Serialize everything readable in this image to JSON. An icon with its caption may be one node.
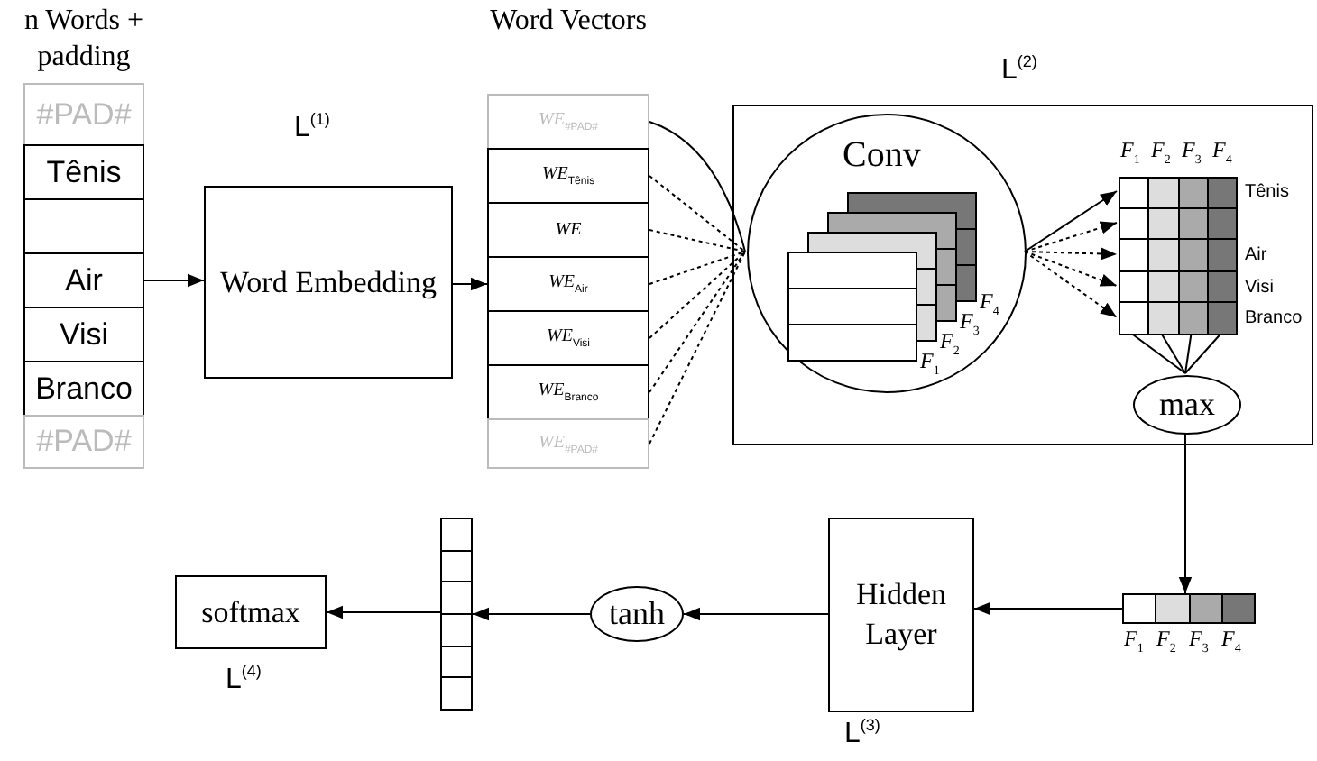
{
  "diagram": {
    "nodes": [
      {
        "text": [
          "n Words + padding"
        ]
      },
      {
        "text": [
          "#PAD#"
        ],
        "in": 0
      },
      {
        "text": [
          "Tênis"
        ],
        "in": 0
      },
      {
        "text": [],
        "shape": "box",
        "in": 0
      },
      {
        "text": [
          "Air"
        ],
        "in": 0
      },
      {
        "text": [
          "Visi"
        ],
        "in": 0
      },
      {
        "text": [
          "Branco"
        ],
        "in": 0
      },
      {
        "text": [
          "#PAD#"
        ],
        "in": 0
      },
      {
        "text": [
          "Word Embedding"
        ],
        "beside": [
          "L$^{(1)}$"
        ]
      },
      {
        "text": [
          "Word Vectors"
        ]
      },
      {
        "text": [
          "WE$_{#PAD#}$"
        ],
        "in": 9
      },
      {
        "text": [
          "WE$_{Tênis}$"
        ],
        "in": 9
      },
      {
        "text": [
          "WE"
        ],
        "in": 9
      },
      {
        "text": [
          "WE$_{Air}$"
        ],
        "in": 9
      },
      {
        "text": [
          "WE$_{Visi}$"
        ],
        "in": 9
      },
      {
        "text": [
          "WE$_{Branco}$"
        ],
        "in": 9
      },
      {
        "text": [
          "WE$_{#PAD#}$"
        ],
        "in": 9
      },
      {
        "text": [],
        "shape": "box",
        "beside": [
          "L$^{(2)}$"
        ]
      },
      {
        "text": [
          "Conv"
        ],
        "in": 17
      },
      {
        "text": [],
        "shape": "bar",
        "in": 17,
        "beside": [
          "Tênis"
        ]
      },
      {
        "text": [],
        "shape": "bar",
        "in": 17
      },
      {
        "text": [],
        "shape": "bar",
        "in": 17,
        "beside": [
          "Air"
        ]
      },
      {
        "text": [],
        "shape": "bar",
        "in": 17,
        "beside": [
          "Visi"
        ]
      },
      {
        "text": [],
        "shape": "bar",
        "in": 17,
        "beside": [
          "Branco"
        ]
      },
      {
        "text": [
          "max"
        ],
        "in": 17
      },
      {
        "text": [],
        "shape": "bar"
      },
      {
        "text": [
          "Hidden Layer"
        ],
        "beside": [
          "L$^{(3)}$"
        ]
      },
      {
        "text": [
          "tanh"
        ]
      },
      {
        "text": [],
        "shape": "bar",
        "beside": [
          "*F*$_{1}$",
          "*F*$_{2}$",
          "*F*$_{3}$",
          "*F*$_{4}$"
        ]
      },
      {
        "text": [
          "softmax"
        ],
        "beside": [
          "L$^{(4)}$"
        ]
      }
    ],
    "edges": [
      {
        "from": 4,
        "to": 8,
        "arrow": "to"
      },
      {
        "from": 8,
        "to": 13,
        "arrow": "to"
      },
      {
        "from": 10,
        "to": 18,
        "arrow": "none"
      },
      {
        "from": 11,
        "to": 18,
        "arrow": "none",
        "style": "dashed"
      },
      {
        "from": 12,
        "to": 18,
        "arrow": "none",
        "style": "dashed"
      },
      {
        "from": 13,
        "to": 18,
        "arrow": "none",
        "style": "dashed"
      },
      {
        "from": 14,
        "to": 18,
        "arrow": "none",
        "style": "dashed"
      },
      {
        "from": 15,
        "to": 18,
        "arrow": "none",
        "style": "dashed"
      },
      {
        "from": 16,
        "to": 18,
        "arrow": "none",
        "style": "dashed"
      },
      {
        "from": 18,
        "to": 19,
        "arrow": "to"
      },
      {
        "from": 18,
        "to": 20,
        "arrow": "to",
        "style": "dashed"
      },
      {
        "from": 18,
        "to": 21,
        "arrow": "to",
        "style": "dashed"
      },
      {
        "from": 18,
        "to": 22,
        "arrow": "to",
        "style": "dashed"
      },
      {
        "from": 18,
        "to": 23,
        "arrow": "to",
        "style": "dashed"
      },
      {
        "from": 23,
        "to": 24,
        "arrow": "none"
      },
      {
        "from": 23,
        "to": 24,
        "arrow": "none"
      },
      {
        "from": 23,
        "to": 24,
        "arrow": "none"
      },
      {
        "from": 23,
        "to": 24,
        "arrow": "none"
      },
      {
        "from": 24,
        "to": 28,
        "arrow": "to"
      },
      {
        "from": 28,
        "to": 26,
        "arrow": "to"
      },
      {
        "from": 26,
        "to": 27,
        "arrow": "to"
      },
      {
        "from": 27,
        "to": 25,
        "arrow": "to"
      },
      {
        "from": 25,
        "to": 29,
        "arrow": "to"
      }
    ],
    "labels": [
      "*F*$_{1}$",
      "*F*$_{2}$",
      "*F*$_{3}$",
      "*F*$_{4}$",
      "*F*$_{1}$",
      "*F*$_{2}$",
      "*F*$_{3}$",
      "*F*$_{4}$"
    ]
  }
}
